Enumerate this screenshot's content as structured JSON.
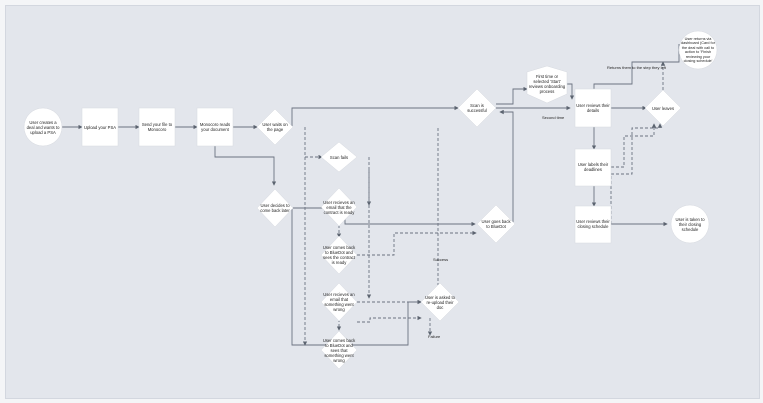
{
  "nodes": {
    "start": "User creates a deal and wants to upload a PSA",
    "upload_psa": "Upload your PSA",
    "send_file": "Send your file to Monocoro",
    "monocoro_reads": "Monocoro reads your document",
    "user_waits": "User waits on the page",
    "scan_success": "Scan is successful",
    "first_time": "First time or selected 'Start' reviews onboarding process",
    "reviews_details": "User reviews their details",
    "returns_dashboard": "User returns via dashboard (Card for the deal with call to action to 'Finish reviewing your closing schedule'",
    "user_leaves": "User leaves",
    "scan_fails": "Scan fails",
    "comes_back_later": "User decides to come back later",
    "reviews_email_ready": "User recieves an email that the contract is ready",
    "goes_back_bluedot": "User goes back to BlueDot",
    "comes_back_ready": "User comes back to BlueDot and sees the contract is ready",
    "email_wrong": "User recieves an email that something went wrong",
    "asked_upload": "User is asked to re-upload their doc",
    "comes_back_wrong": "User comes back to BlueDot and sees that something went wrong",
    "labels_deadlines": "User labels their deadlines",
    "reviews_schedule": "User reviews their closing schedule",
    "taken_to_schedule": "User is taken to their closing schedule"
  },
  "edge_labels": {
    "returns_step": "Returns them to the step they left",
    "second_time": "Second time",
    "success": "Success",
    "failure": "Failure"
  }
}
